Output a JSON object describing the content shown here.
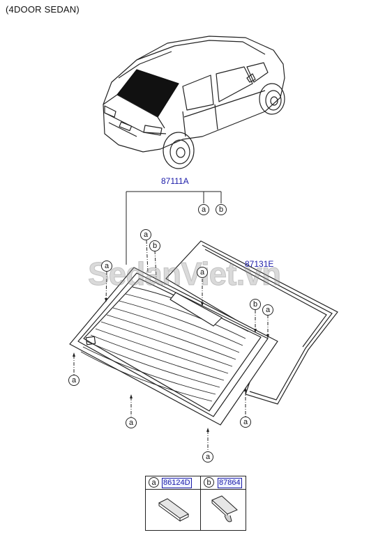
{
  "header": {
    "title": "(4DOOR SEDAN)"
  },
  "watermark": {
    "text": "SedanViet.vn"
  },
  "parts": {
    "rear_glass_assembly": "87111A",
    "molding": "87131E"
  },
  "callouts": {
    "a": "a",
    "b": "b"
  },
  "legend": {
    "items": [
      {
        "key": "a",
        "part_number": "86124D"
      },
      {
        "key": "b",
        "part_number": "87864"
      }
    ]
  },
  "colors": {
    "part_label": "#1a1aa8",
    "line": "#222222",
    "glass_dark": "#111111"
  }
}
